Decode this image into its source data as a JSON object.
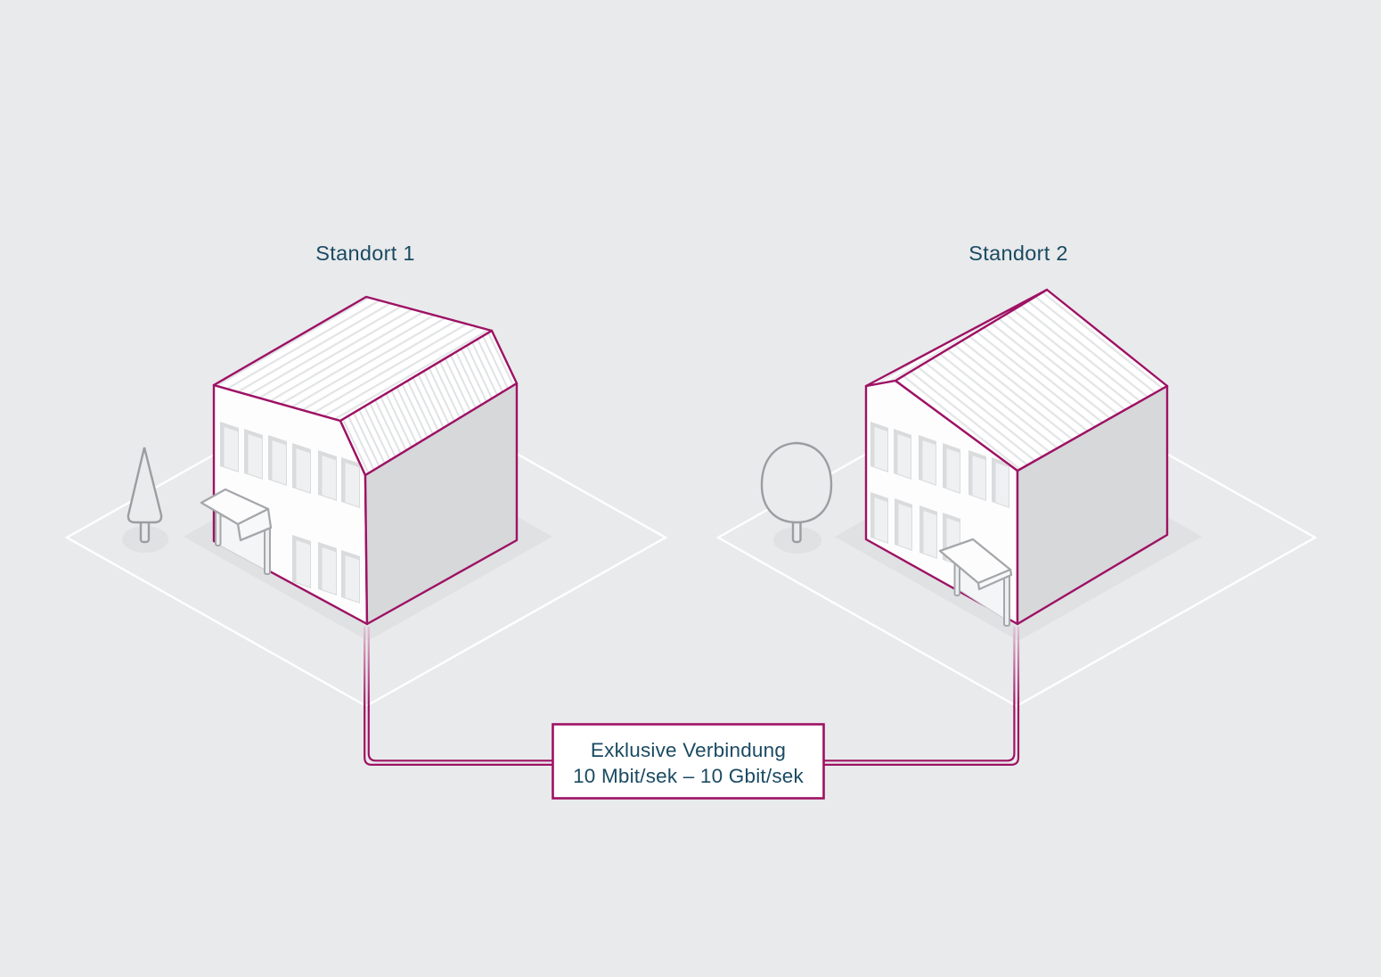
{
  "sites": [
    {
      "label": "Standort 1"
    },
    {
      "label": "Standort 2"
    }
  ],
  "connection": {
    "label_line1": "Exklusive Verbindung",
    "label_line2": "10 Mbit/sek – 10 Gbit/sek"
  },
  "colors": {
    "background": "#e9eaec",
    "accent_magenta": "#9e1264",
    "text_navy": "#1a4a62",
    "wall_gray": "#d6d8da",
    "ground_shadow_gray": "#dfe1e3",
    "roof_stripe_gray": "#e2e4e6",
    "tree_outline_gray": "#9b9da0",
    "plot_outline_white": "#ffffff"
  }
}
